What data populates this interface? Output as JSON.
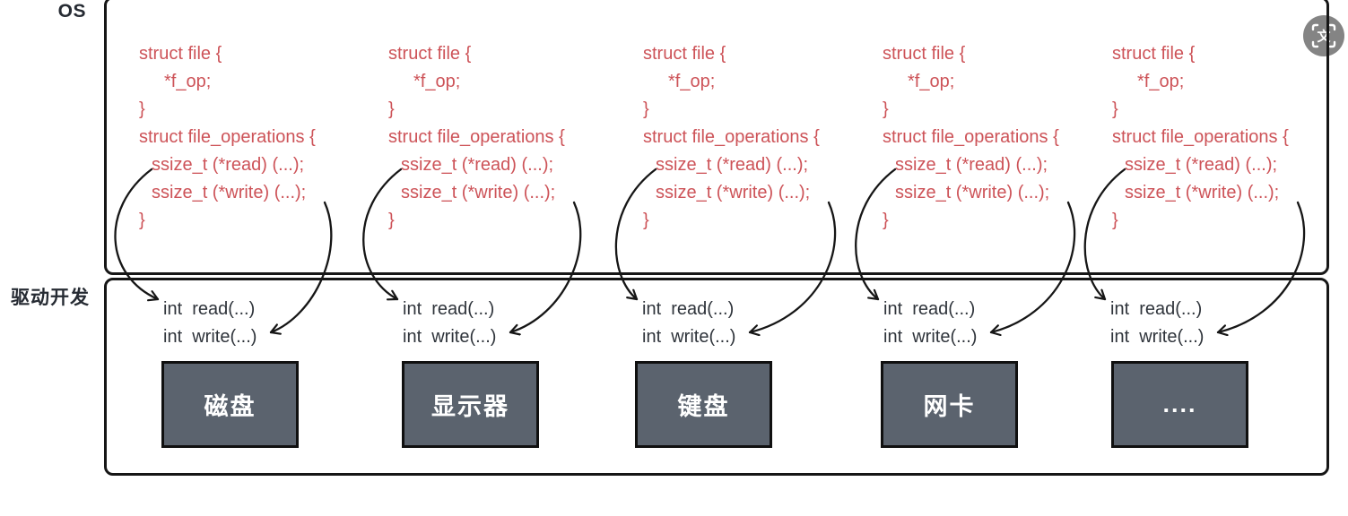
{
  "os": {
    "label": "OS",
    "code_color": "#cd5358",
    "code_block_count": 5,
    "code_lines": [
      "struct file {",
      "*f_op;",
      "}",
      "struct file_operations {",
      "ssize_t (*read) (...);",
      "ssize_t (*write) (...);",
      "}"
    ]
  },
  "driver": {
    "label": "驱动开发",
    "function_lines": [
      "int  read(...)",
      "int  write(...)"
    ],
    "devices": [
      "磁盘",
      "显示器",
      "键盘",
      "网卡",
      "...."
    ],
    "device_box_color": "#5b636e",
    "device_text_color": "#ffffff"
  },
  "connections": [
    {
      "from": "ssize_t (*read) (...);",
      "to": "int  read(...)"
    },
    {
      "from": "ssize_t (*write) (...);",
      "to": "int  write(...)"
    }
  ],
  "overlay_icon": {
    "glyph": "文"
  }
}
